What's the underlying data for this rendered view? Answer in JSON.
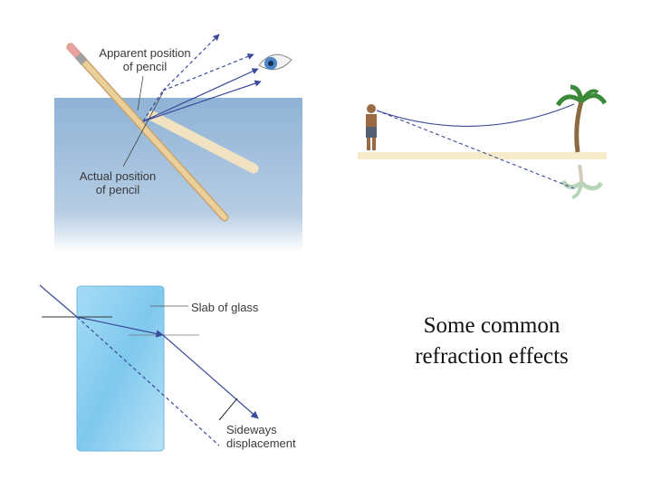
{
  "caption": {
    "line1": "Some common",
    "line2": "refraction effects"
  },
  "pencil_diagram": {
    "apparent_label_line1": "Apparent position",
    "apparent_label_line2": "of pencil",
    "actual_label_line1": "Actual position",
    "actual_label_line2": "of pencil"
  },
  "slab_diagram": {
    "slab_label": "Slab of glass",
    "displacement_label_line1": "Sideways",
    "displacement_label_line2": "displacement"
  },
  "colors": {
    "water": "#8fb3d6",
    "glass": "#8ed0f2",
    "ray": "#3b4a9a",
    "sand": "#f6eccb",
    "pencil": "#e8c48a"
  }
}
